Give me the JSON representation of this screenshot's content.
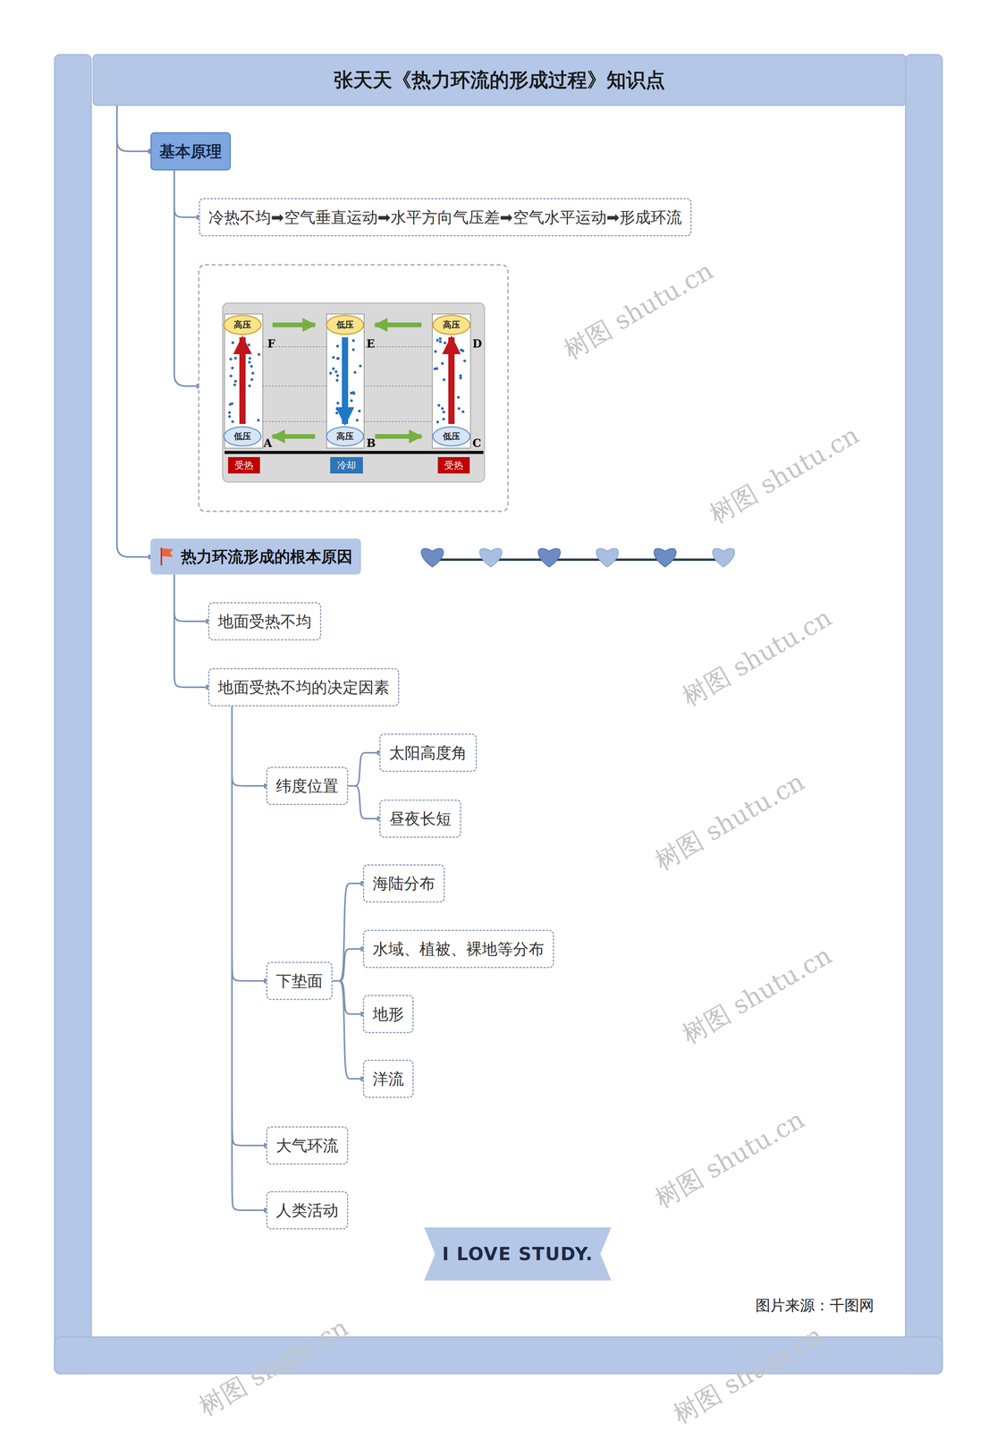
{
  "diagram": {
    "title": "张天天《热力环流的形成过程》知识点",
    "nodes": [
      {
        "text": [
          "基本原理"
        ]
      },
      {
        "text": [
          "冷热不均➡空气垂直运动➡水平方向气压差➡空气水平运动➡形成环流"
        ]
      },
      {
        "text": [
          "高压"
        ]
      },
      {
        "text": [
          "低压"
        ]
      },
      {
        "text": [
          "高压"
        ]
      },
      {
        "text": [
          "低压"
        ]
      },
      {
        "text": [
          "高压"
        ]
      },
      {
        "text": [
          "低压"
        ]
      },
      {
        "text": [
          "受热"
        ]
      },
      {
        "text": [
          "冷却"
        ]
      },
      {
        "text": [
          "受热"
        ]
      },
      {
        "text": [
          "热力环流形成的根本原因"
        ]
      },
      {
        "text": [
          "地面受热不均"
        ]
      },
      {
        "text": [
          "地面受热不均的决定因素"
        ]
      },
      {
        "text": [
          "纬度位置"
        ]
      },
      {
        "text": [
          "太阳高度角"
        ]
      },
      {
        "text": [
          "昼夜长短"
        ]
      },
      {
        "text": [
          "下垫面"
        ]
      },
      {
        "text": [
          "海陆分布"
        ]
      },
      {
        "text": [
          "水域、植被、裸地等分布"
        ]
      },
      {
        "text": [
          "地形"
        ]
      },
      {
        "text": [
          "洋流"
        ]
      },
      {
        "text": [
          "大气环流"
        ]
      },
      {
        "text": [
          "人类活动"
        ]
      },
      {
        "text": [
          "I LOVE STUDY."
        ]
      }
    ],
    "edges": [
      {
        "from": 0,
        "to": 1,
        "arrow": "none"
      },
      {
        "from": 2,
        "to": 3,
        "arrow": "to"
      },
      {
        "from": 4,
        "to": 3,
        "arrow": "to"
      },
      {
        "from": 6,
        "to": 5,
        "arrow": "to"
      },
      {
        "from": 6,
        "to": 7,
        "arrow": "to"
      },
      {
        "from": 5,
        "to": 2,
        "arrow": "to"
      },
      {
        "from": 3,
        "to": 6,
        "arrow": "to"
      },
      {
        "from": 7,
        "to": 4,
        "arrow": "to"
      },
      {
        "from": 11,
        "to": 12,
        "arrow": "none"
      },
      {
        "from": 11,
        "to": 13,
        "arrow": "none"
      },
      {
        "from": 13,
        "to": 14,
        "arrow": "none"
      },
      {
        "from": 13,
        "to": 17,
        "arrow": "none"
      },
      {
        "from": 13,
        "to": 22,
        "arrow": "none"
      },
      {
        "from": 13,
        "to": 23,
        "arrow": "none"
      },
      {
        "from": 14,
        "to": 15,
        "arrow": "none"
      },
      {
        "from": 14,
        "to": 16,
        "arrow": "none"
      },
      {
        "from": 17,
        "to": 18,
        "arrow": "none"
      },
      {
        "from": 17,
        "to": 19,
        "arrow": "none"
      },
      {
        "from": 17,
        "to": 20,
        "arrow": "none"
      },
      {
        "from": 17,
        "to": 21,
        "arrow": "none"
      }
    ],
    "labels": [
      "F",
      "E",
      "D",
      "A",
      "B",
      "C",
      "图片来源：千图网",
      "树图 shutu.cn",
      "树图 shutu.cn",
      "树图 shutu.cn",
      "树图 shutu.cn",
      "树图 shutu.cn",
      "树图 shutu.cn",
      "树图 shutu.cn",
      "树图 shutu.cn"
    ]
  }
}
